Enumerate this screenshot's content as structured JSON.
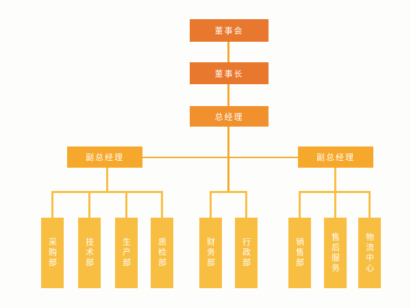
{
  "chart_data": {
    "type": "diagram",
    "diagram_type": "organizational-chart",
    "title": "",
    "orientation": "top-down",
    "levels": 4,
    "palette": {
      "background": "#fdfdfb",
      "board_orange": "#E8782D",
      "manager_orange": "#F0912E",
      "vp_orange": "#F5A82B",
      "department_gold": "#F7BE42",
      "connector": "#F5A82B",
      "connector_light": "#F7BE42",
      "node_text": "#FFFFFF"
    },
    "nodes": [
      {
        "id": "board",
        "label": "董事会",
        "level": 1,
        "tier": "exec",
        "parent": null
      },
      {
        "id": "chairman",
        "label": "董事长",
        "level": 2,
        "tier": "exec",
        "parent": "board"
      },
      {
        "id": "gm",
        "label": "总经理",
        "level": 3,
        "tier": "mgr",
        "parent": "chairman"
      },
      {
        "id": "vp_left",
        "label": "副总经理",
        "level": 4,
        "tier": "vp",
        "parent": "gm"
      },
      {
        "id": "vp_right",
        "label": "副总经理",
        "level": 4,
        "tier": "vp",
        "parent": "gm"
      },
      {
        "id": "dept_1",
        "label": "采购部",
        "level": 5,
        "tier": "dept",
        "parent": "vp_left",
        "group": "left"
      },
      {
        "id": "dept_2",
        "label": "技术部",
        "level": 5,
        "tier": "dept",
        "parent": "vp_left",
        "group": "left"
      },
      {
        "id": "dept_3",
        "label": "生产部",
        "level": 5,
        "tier": "dept",
        "parent": "vp_left",
        "group": "left"
      },
      {
        "id": "dept_4",
        "label": "质检部",
        "level": 5,
        "tier": "dept",
        "parent": "vp_left",
        "group": "left"
      },
      {
        "id": "dept_5",
        "label": "财务部",
        "level": 5,
        "tier": "dept",
        "parent": "gm",
        "group": "center"
      },
      {
        "id": "dept_6",
        "label": "行政部",
        "level": 5,
        "tier": "dept",
        "parent": "gm",
        "group": "center"
      },
      {
        "id": "dept_7",
        "label": "销售部",
        "level": 5,
        "tier": "dept",
        "parent": "vp_right",
        "group": "right"
      },
      {
        "id": "dept_8",
        "label": "售后服务",
        "level": 5,
        "tier": "dept",
        "parent": "vp_right",
        "group": "right"
      },
      {
        "id": "dept_9",
        "label": "物流中心",
        "level": 5,
        "tier": "dept",
        "parent": "vp_right",
        "group": "right"
      }
    ],
    "groups": {
      "left": {
        "parent": "vp_left",
        "count": 4
      },
      "center": {
        "parent": "gm",
        "count": 2
      },
      "right": {
        "parent": "vp_right",
        "count": 3
      }
    }
  },
  "org": {
    "board": "董事会",
    "chairman": "董事长",
    "general_manager": "总经理",
    "vp_left": "副总经理",
    "vp_right": "副总经理",
    "departments": {
      "purchasing": "采购部",
      "technology": "技术部",
      "production": "生产部",
      "quality": "质检部",
      "finance": "财务部",
      "administration": "行政部",
      "sales": "销售部",
      "after_sales": "售后服务",
      "logistics": "物流中心"
    }
  }
}
